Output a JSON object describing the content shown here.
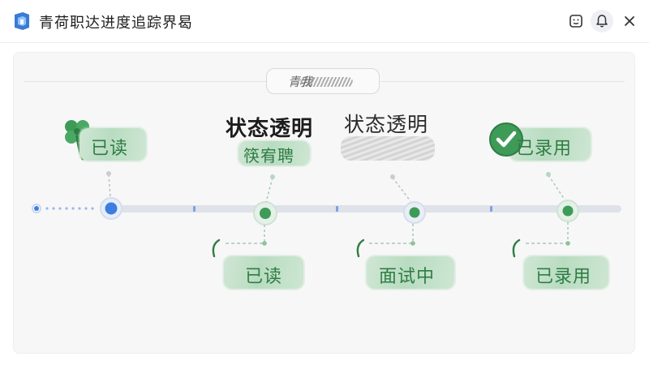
{
  "window": {
    "title": "青荷职达进度追踪界曷"
  },
  "section": {
    "tag": "青我"
  },
  "headings": {
    "primary": "状态透明",
    "primary_sub": "筷宥聘",
    "secondary": "状态透明"
  },
  "top_labels": {
    "read": "已读",
    "hired": "已录用"
  },
  "stages": [
    {
      "label": "已读"
    },
    {
      "label": "面试中"
    },
    {
      "label": "已录用"
    }
  ],
  "colors": {
    "accent_green": "#3e9b57",
    "accent_blue": "#3d7fe0",
    "track": "#dfe2e8",
    "tick": "#7aa3e0"
  },
  "icons": {
    "logo": "app-logo-icon",
    "face": "face-icon",
    "bell": "bell-icon",
    "close": "close-icon",
    "clover": "clover-icon",
    "check": "check-circle-icon"
  }
}
